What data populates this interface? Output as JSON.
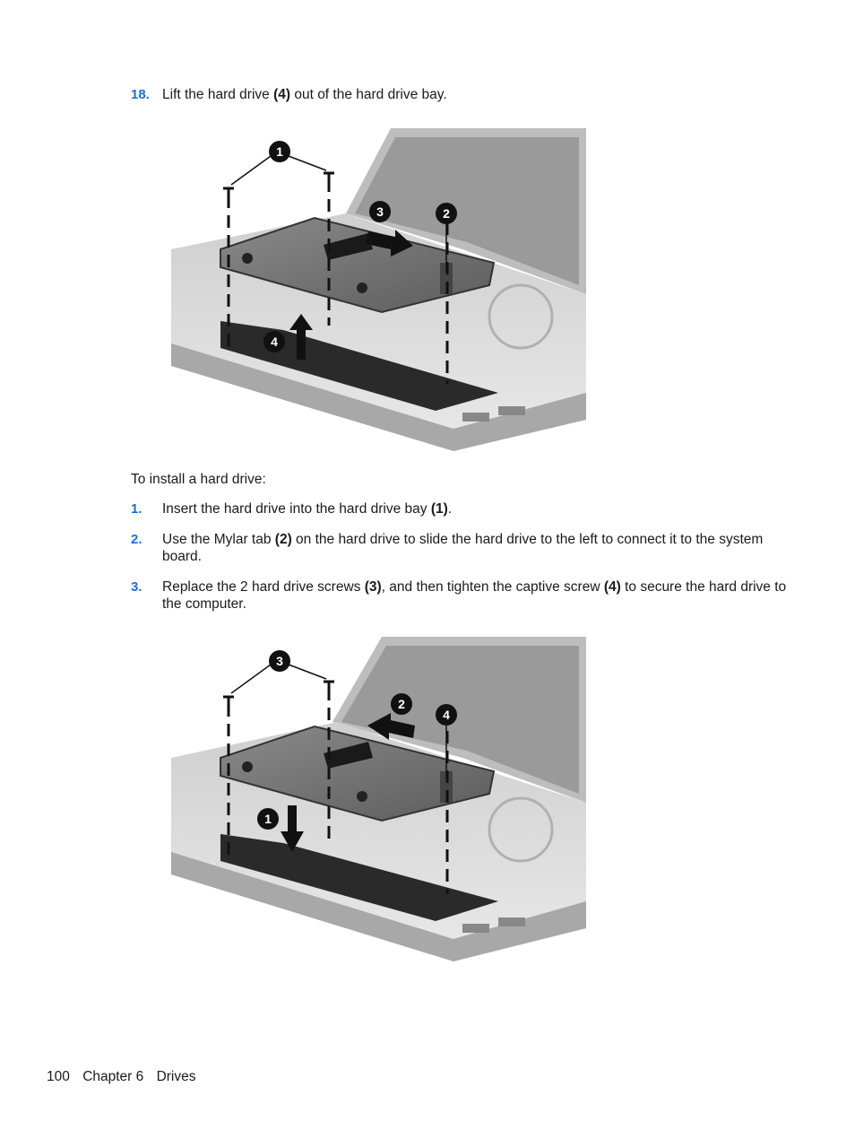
{
  "step18": {
    "number": "18.",
    "pre": "Lift the hard drive ",
    "ref": "(4)",
    "post": " out of the hard drive bay."
  },
  "figure1": {
    "callouts": [
      "1",
      "2",
      "3",
      "4"
    ]
  },
  "install_intro": "To install a hard drive:",
  "steps": [
    {
      "number": "1.",
      "pre": "Insert the hard drive into the hard drive bay ",
      "ref1": "(1)",
      "mid": ".",
      "ref2": "",
      "post": ""
    },
    {
      "number": "2.",
      "pre": "Use the Mylar tab ",
      "ref1": "(2)",
      "mid": " on the hard drive to slide the hard drive to the left to connect it to the system board.",
      "ref2": "",
      "post": ""
    },
    {
      "number": "3.",
      "pre": "Replace the 2 hard drive screws ",
      "ref1": "(3)",
      "mid": ", and then tighten the captive screw ",
      "ref2": "(4)",
      "post": " to secure the hard drive to the computer."
    }
  ],
  "figure2": {
    "callouts": [
      "3",
      "2",
      "4",
      "1"
    ]
  },
  "footer": {
    "page": "100",
    "chapter": "Chapter 6",
    "section": "Drives"
  }
}
